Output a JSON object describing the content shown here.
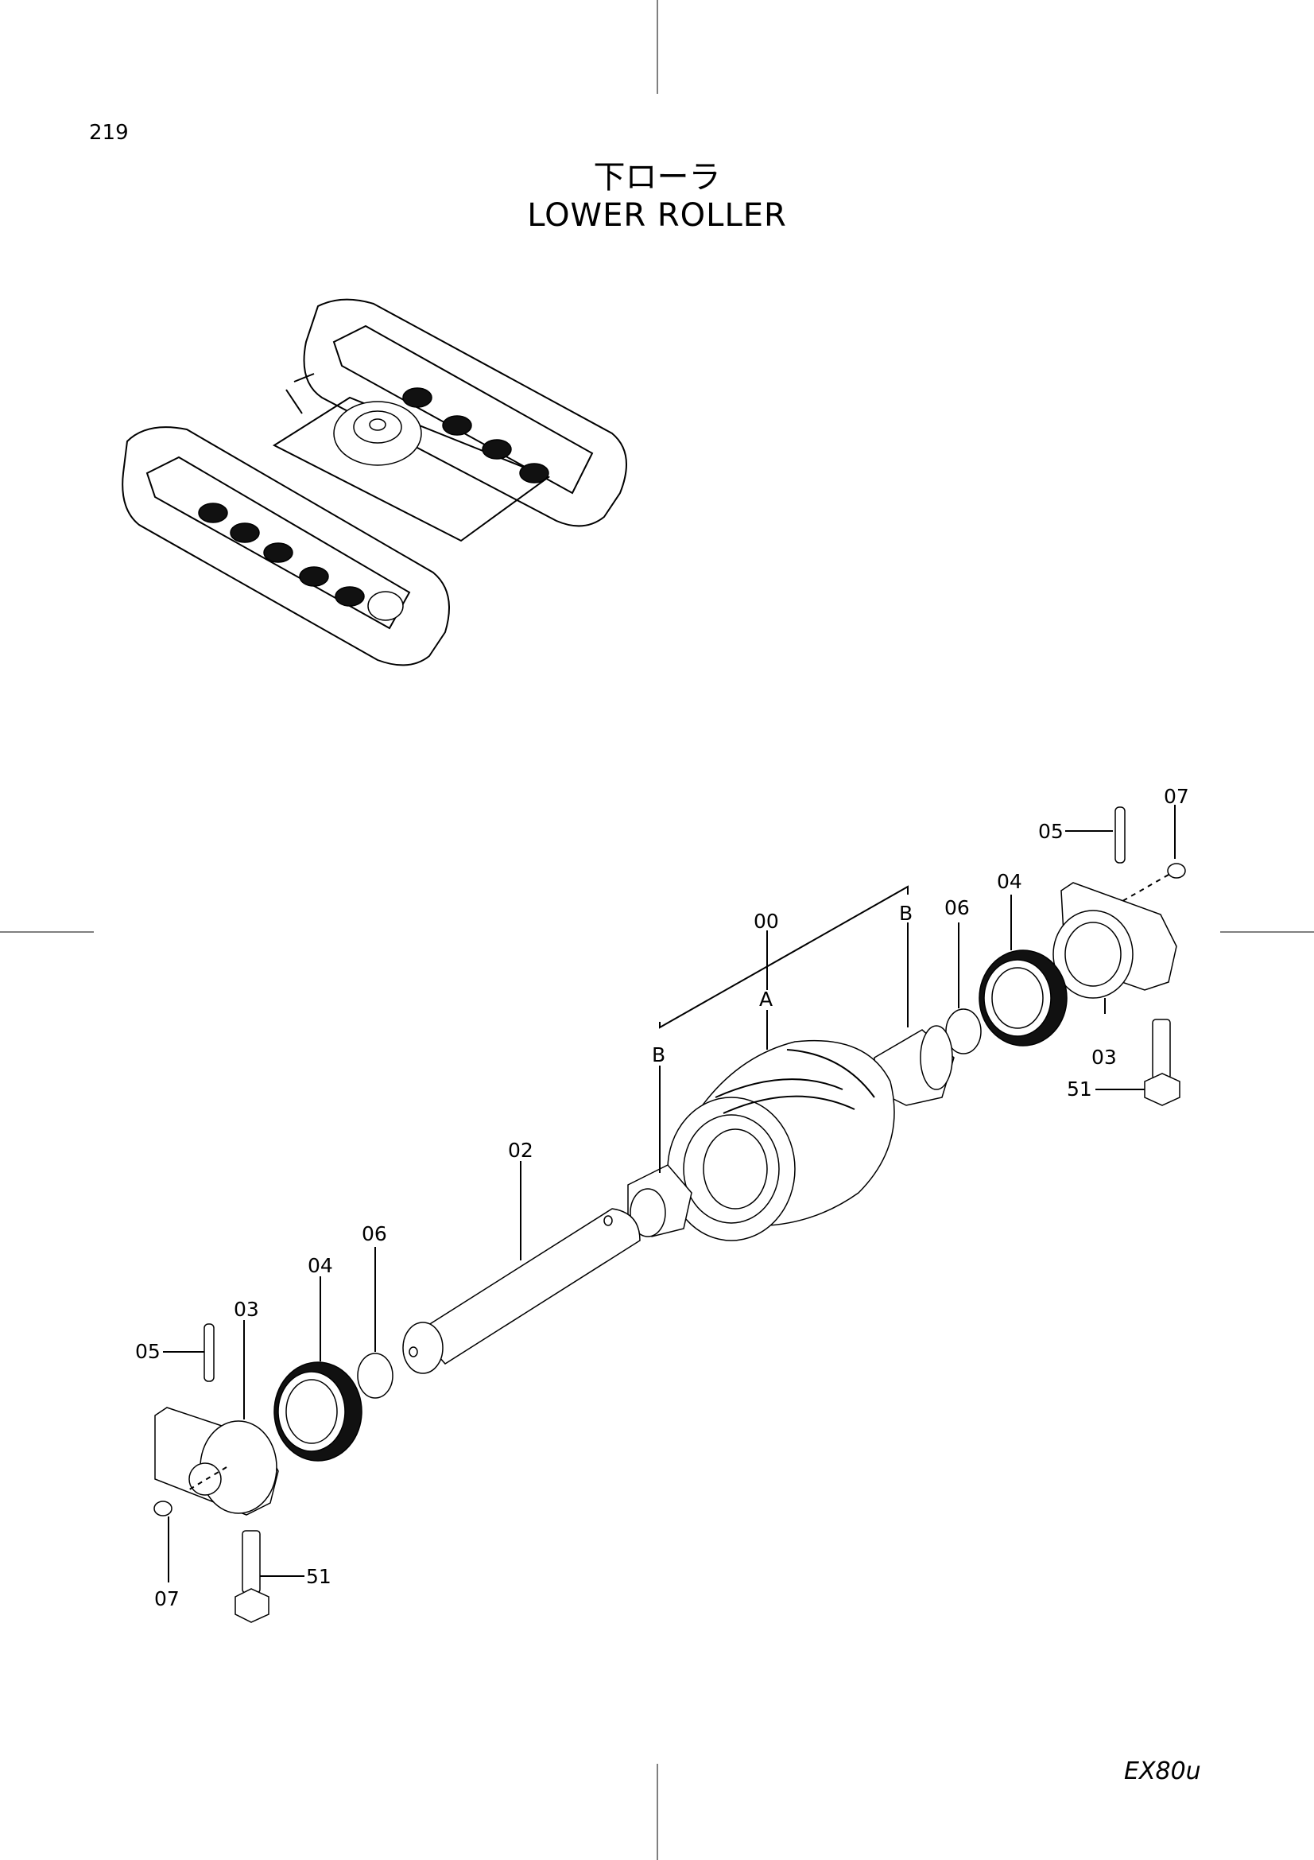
{
  "page": {
    "number": "219",
    "model": "EX80u"
  },
  "title": {
    "japanese": "下ローラ",
    "english": "LOWER  ROLLER"
  },
  "callouts": {
    "assembly": "00",
    "shaft": "02",
    "collar_right": "03",
    "collar_left": "03",
    "seal_right": "04",
    "seal_left": "04",
    "pin_right": "05",
    "pin_left": "05",
    "oring_right": "06",
    "oring_left": "06",
    "plug_right": "07",
    "plug_left": "07",
    "bolt_right": "51",
    "bolt_left": "51",
    "roller_a": "A",
    "bushing_b_left": "B",
    "bushing_b_right": "B"
  }
}
